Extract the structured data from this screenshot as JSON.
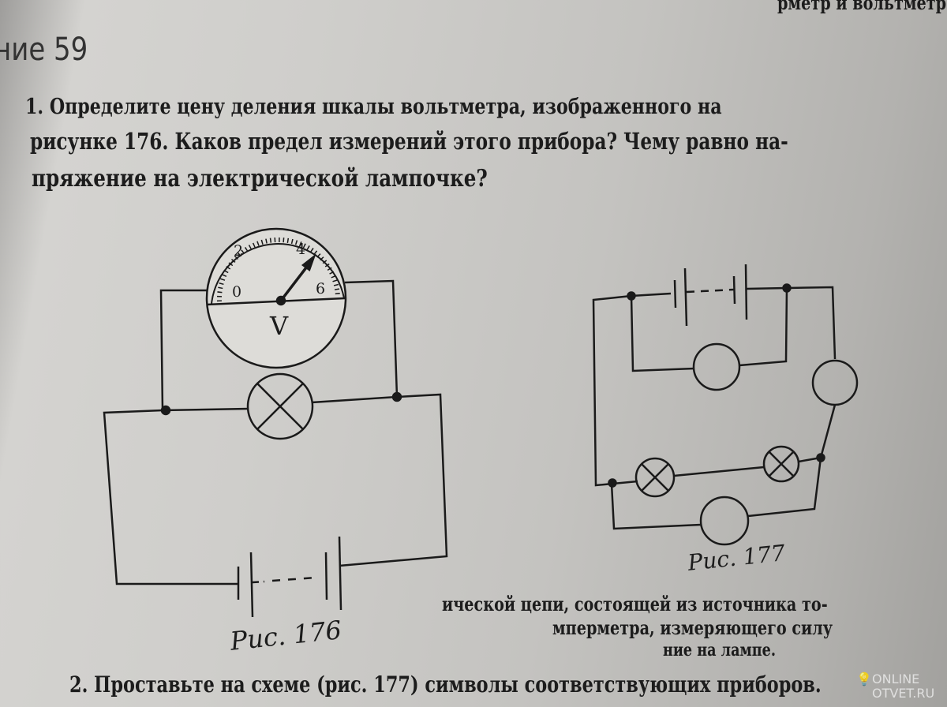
{
  "page": {
    "section_heading": "ние 59",
    "top_fragment": "рметр и вольтметр?",
    "task1": {
      "line1": "1. Определите цену деления шкалы вольтметра, изображенного на",
      "line2": "рисунке 176. Каков предел измерений этого прибора? Чему равно на-",
      "line3": "пряжение на электрической лампочке?"
    },
    "figure176": {
      "caption": "Рис. 176",
      "meter_symbol": "V",
      "scale_labels": [
        "0",
        "2",
        "4",
        "6"
      ]
    },
    "figure177": {
      "caption": "Рис. 177"
    },
    "task2": {
      "line1": "2. Проставьте на схеме (рис. 177) символы соответствующих приборов.",
      "line2": "ической цепи, состоящей из источника то-",
      "line3": "мперметра, измеряющего силу",
      "line4": "ние на лампе."
    },
    "watermark": {
      "line1": "ONLINE",
      "line2": "OTVET.RU"
    }
  }
}
